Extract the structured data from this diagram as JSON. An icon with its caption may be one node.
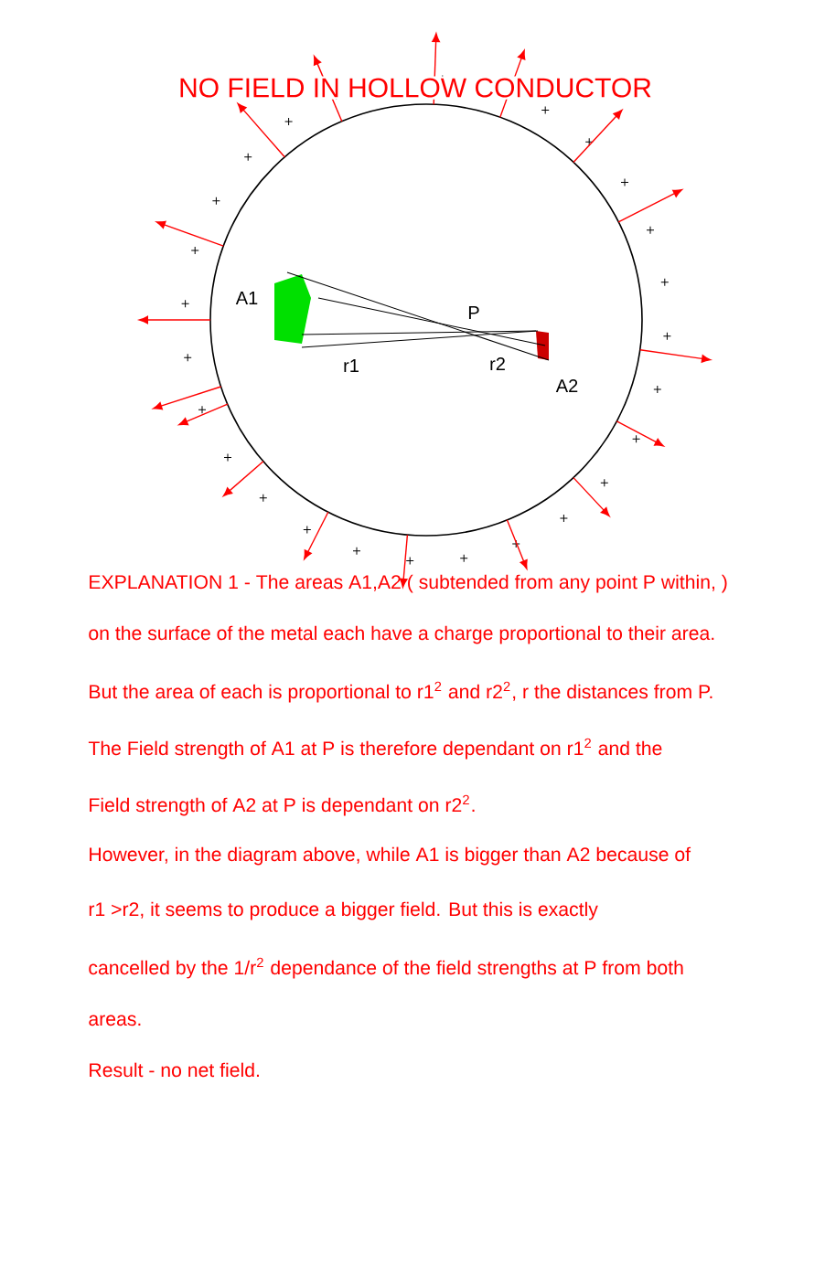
{
  "diagram": {
    "title": "NO FIELD IN HOLLOW CONDUCTOR",
    "labels": [
      "A1",
      "P",
      "r1",
      "r2",
      "A2",
      "EXPLANATION 1  -  The areas A1,A2 ( subtended from any point P within, )",
      "on the surface of the metal each have  a charge proportional to their area.",
      "But the area of each is proportional to r1$^{2}$ and r2$^{2}$, r the distances from P.",
      "The Field strength of A1 at P is therefore dependant on r1$^{2}$ and the",
      "Field strength of A2 at P is dependant on  r2$^{2}$.",
      "However, in the diagram above, while A1 is bigger than A2 because of",
      "r1 >r2, it seems to produce a bigger field. But this is exactly",
      "cancelled by the 1/r$^{2}$ dependance  of the field  strengths at P from both",
      "areas.",
      "Result - no net field."
    ]
  }
}
